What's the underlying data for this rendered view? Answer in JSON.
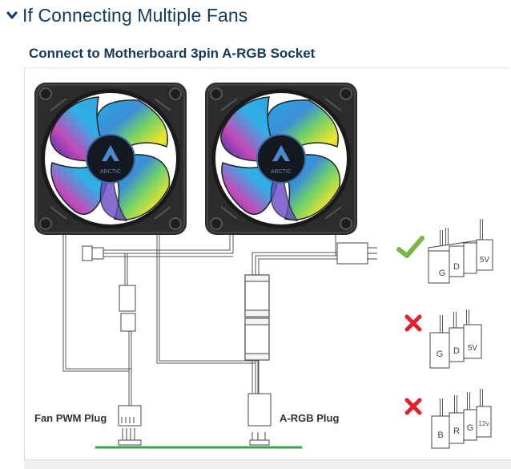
{
  "section": {
    "title": "If Connecting Multiple Fans",
    "expanded": true,
    "icon": "chevron-down-icon"
  },
  "diagram": {
    "subtitle": "Connect to Motherboard 3pin A-RGB Socket",
    "fans": [
      {
        "brand": "ARCTIC"
      },
      {
        "brand": "ARCTIC"
      }
    ],
    "labels": {
      "pwm_plug": "Fan PWM Plug",
      "argb_plug": "A-RGB Plug"
    },
    "sockets": [
      {
        "status": "correct",
        "status_icon": "checkmark-icon",
        "pins": [
          "G",
          "D",
          "",
          "5V"
        ],
        "color": "#7ab648"
      },
      {
        "status": "incorrect",
        "status_icon": "cross-icon",
        "pins": [
          "G",
          "D",
          "5V"
        ],
        "color": "#e5202e"
      },
      {
        "status": "incorrect",
        "status_icon": "cross-icon",
        "pins": [
          "B",
          "R",
          "G",
          "12v"
        ],
        "color": "#e5202e"
      }
    ],
    "board_line_color": "#2eaa4a"
  }
}
